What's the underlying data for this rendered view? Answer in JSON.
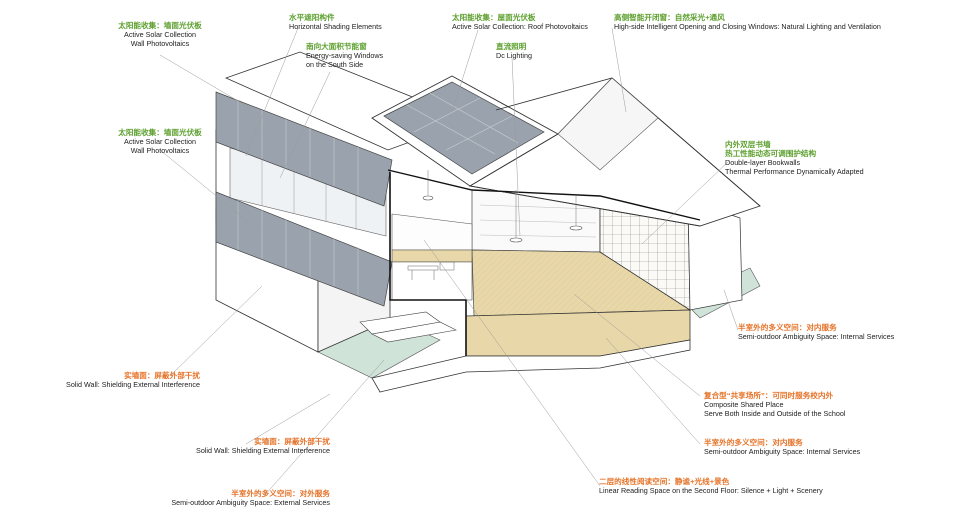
{
  "colors": {
    "green_label": "#5fa131",
    "orange_label": "#e6742a",
    "solar_panel": "#9aa3ad",
    "wood_floor": "#e8d7a8",
    "courtyard": "#cfe3d8",
    "line": "#333333"
  },
  "labels": [
    {
      "zh": "太阳能收集：墙面光伏板",
      "en": [
        "Active Solar Collection",
        "Wall Photovoltaics"
      ]
    },
    {
      "zh": "水平遮阳构件",
      "en": [
        "Horizontal Shading Elements"
      ]
    },
    {
      "zh": "南向大面积节能窗",
      "en": [
        "Energy-saving Windows",
        "on the South Side"
      ]
    },
    {
      "zh": "太阳能收集：屋面光伏板",
      "en": [
        "Active Solar Collection: Roof Photovoltaics"
      ]
    },
    {
      "zh": "直流照明",
      "en": [
        "Dc Lighting"
      ]
    },
    {
      "zh": "高侧智能开闭窗：自然采光+通风",
      "en": [
        "High-side Intelligent Opening and Closing Windows: Natural Lighting and Ventilation"
      ]
    },
    {
      "zh": "太阳能收集：墙面光伏板",
      "en": [
        "Active Solar Collection",
        "Wall Photovoltaics"
      ]
    },
    {
      "zh": "内外双层书墙",
      "en": []
    },
    {
      "zh": "热工性能动态可调围护结构",
      "en": [
        "Double-layer Bookwalls",
        "Thermal Performance Dynamically Adapted"
      ]
    },
    {
      "zh": "半室外的多义空间：对内服务",
      "en": [
        "Semi-outdoor Ambiguity Space: Internal Services"
      ]
    },
    {
      "zh": "实墙面：屏蔽外部干扰",
      "en": [
        "Solid Wall: Shielding External Interference"
      ]
    },
    {
      "zh": "复合型“共享场所”：可同时服务校内外",
      "en": [
        "Composite Shared Place",
        "Serve Both Inside and Outside of the School"
      ]
    },
    {
      "zh": "实墙面：屏蔽外部干扰",
      "en": [
        "Solid Wall: Shielding External Interference"
      ]
    },
    {
      "zh": "半室外的多义空间：对内服务",
      "en": [
        "Semi-outdoor Ambiguity Space: Internal Services"
      ]
    },
    {
      "zh": "二层的线性阅读空间：静谧+光线+景色",
      "en": [
        "Linear Reading Space on the Second Floor: Silence + Light + Scenery"
      ]
    },
    {
      "zh": "半室外的多义空间：对外服务",
      "en": [
        "Semi-outdoor Ambiguity Space: External Services"
      ]
    }
  ]
}
